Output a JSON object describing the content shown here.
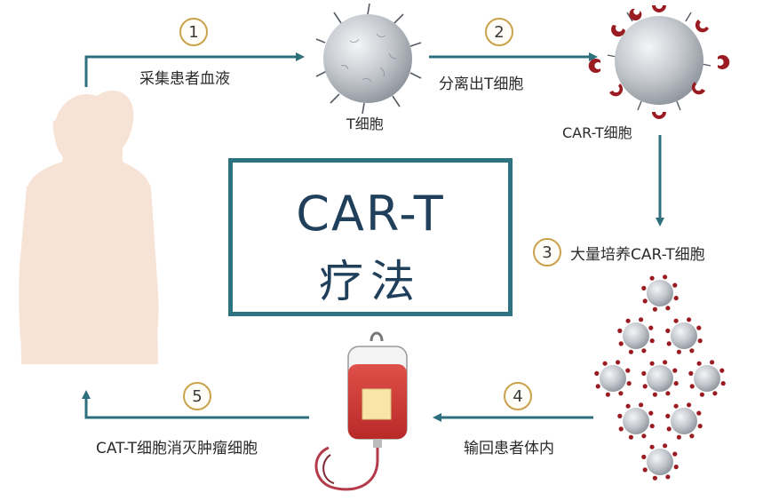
{
  "title": {
    "line1": "CAR-T",
    "line2": "疗法"
  },
  "steps": [
    {
      "number": "1",
      "label": "采集患者血液"
    },
    {
      "number": "2",
      "label": "分离出T细胞"
    },
    {
      "number": "3",
      "label": "大量培养CAR-T细胞"
    },
    {
      "number": "4",
      "label": "输回患者体内"
    },
    {
      "number": "5",
      "label": "CAT-T细胞消灭肿瘤细胞"
    }
  ],
  "cell_labels": {
    "t_cell": "T细胞",
    "car_t_cell": "CAR-T细胞"
  },
  "colors": {
    "arrow": "#2e6f7d",
    "frame": "#2e7480",
    "title_text": "#1f3f5a",
    "step_circle": "#c9a24a",
    "receptor": "#9b1b22",
    "blood": "#c8302d",
    "skin": "#f6e3d6"
  },
  "icons": [
    "human-silhouette-icon",
    "t-cell-icon",
    "car-t-cell-icon",
    "car-t-cluster-icon",
    "blood-bag-icon"
  ]
}
